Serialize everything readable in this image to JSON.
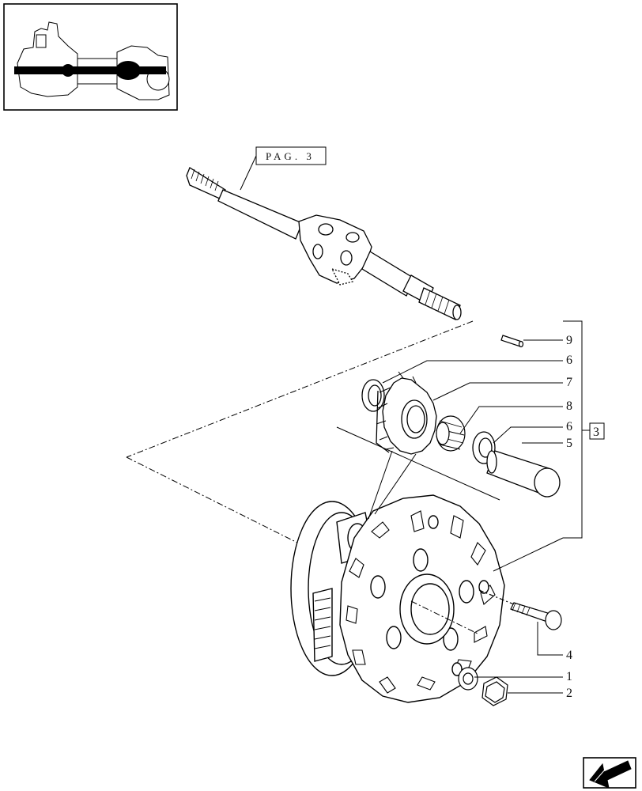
{
  "page_ref": {
    "label": "PAG. 3"
  },
  "group_ref": {
    "label": "3"
  },
  "callouts": [
    {
      "id": "9",
      "text": "9"
    },
    {
      "id": "6a",
      "text": "6"
    },
    {
      "id": "7",
      "text": "7"
    },
    {
      "id": "8",
      "text": "8"
    },
    {
      "id": "6b",
      "text": "6"
    },
    {
      "id": "5",
      "text": "5"
    },
    {
      "id": "4",
      "text": "4"
    },
    {
      "id": "1",
      "text": "1"
    },
    {
      "id": "2",
      "text": "2"
    }
  ],
  "icons": {
    "overview": "axle-overview-thumbnail",
    "nav": "return-arrow-icon"
  }
}
